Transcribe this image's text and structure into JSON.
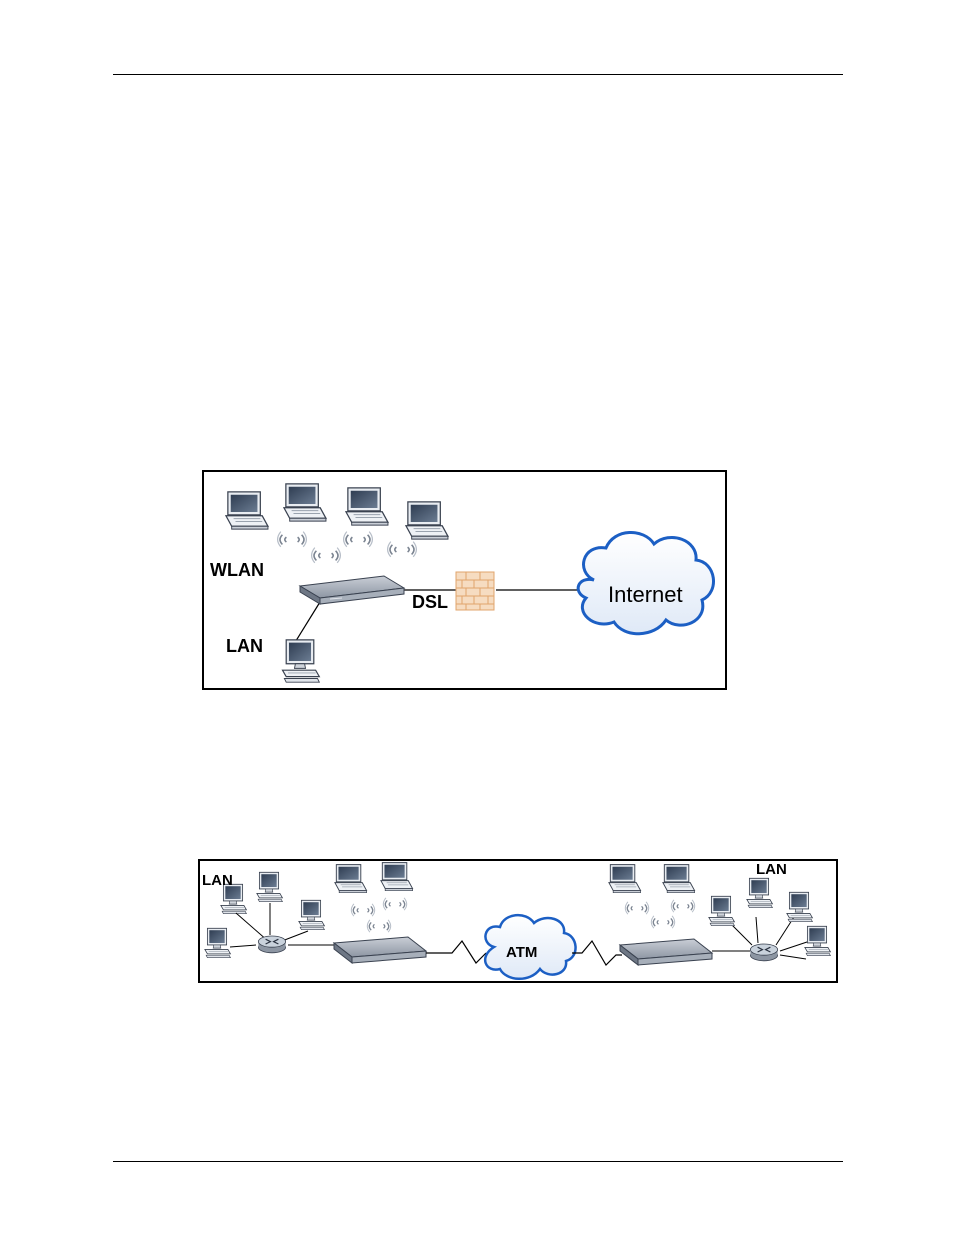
{
  "figure1": {
    "labels": {
      "wlan": "WLAN",
      "lan": "LAN",
      "dsl": "DSL",
      "cloud": "Internet"
    }
  },
  "figure2": {
    "labels": {
      "lan_left": "LAN",
      "lan_right": "LAN",
      "cloud": "ATM"
    }
  }
}
